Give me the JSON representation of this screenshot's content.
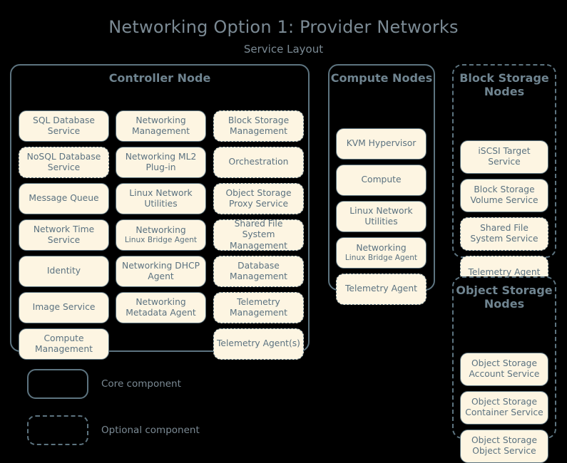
{
  "header": {
    "title": "Networking Option 1: Provider Networks",
    "subtitle": "Service Layout"
  },
  "colors": {
    "background": "#000000",
    "box_fill": "#fdf5e2",
    "border": "#5d7480",
    "title_text": "#7b8a94",
    "box_text": "#5b7280"
  },
  "groups": [
    {
      "id": "controller-node",
      "title": "Controller Node",
      "border_style": "solid",
      "layout": "grid-3col",
      "columns": [
        [
          {
            "label": "SQL Database Service",
            "style": "solid"
          },
          {
            "label": "NoSQL Database Service",
            "style": "dashed"
          },
          {
            "label": "Message Queue",
            "style": "solid"
          },
          {
            "label": "Network Time Service",
            "style": "solid"
          },
          {
            "label": "Identity",
            "style": "solid"
          },
          {
            "label": "Image Service",
            "style": "solid"
          },
          {
            "label": "Compute Management",
            "style": "solid"
          }
        ],
        [
          {
            "label": "Networking Management",
            "style": "solid"
          },
          {
            "label": "Networking ML2 Plug-in",
            "style": "solid"
          },
          {
            "label": "Linux Network Utilities",
            "style": "solid"
          },
          {
            "label": "Networking",
            "sublabel": "Linux Bridge Agent",
            "style": "solid"
          },
          {
            "label": "Networking DHCP Agent",
            "style": "solid"
          },
          {
            "label": "Networking Metadata Agent",
            "style": "solid"
          }
        ],
        [
          {
            "label": "Block Storage Management",
            "style": "dashed"
          },
          {
            "label": "Orchestration",
            "style": "dashed"
          },
          {
            "label": "Object Storage Proxy Service",
            "style": "dashed"
          },
          {
            "label": "Shared File System Management",
            "style": "dashed"
          },
          {
            "label": "Database Management",
            "style": "dashed"
          },
          {
            "label": "Telemetry Management",
            "style": "dashed"
          },
          {
            "label": "Telemetry Agent(s)",
            "style": "dashed"
          }
        ]
      ]
    },
    {
      "id": "compute-nodes",
      "title": "Compute Nodes",
      "border_style": "solid",
      "layout": "single-col",
      "items": [
        {
          "label": "KVM Hypervisor",
          "style": "solid"
        },
        {
          "label": "Compute",
          "style": "solid"
        },
        {
          "label": "Linux Network Utilities",
          "style": "solid"
        },
        {
          "label": "Networking",
          "sublabel": "Linux Bridge Agent",
          "style": "solid"
        },
        {
          "label": "Telemetry Agent",
          "style": "dashed"
        }
      ]
    },
    {
      "id": "block-storage-nodes",
      "title": "Block Storage Nodes",
      "border_style": "dashed",
      "layout": "single-col",
      "items": [
        {
          "label": "iSCSI Target Service",
          "style": "solid"
        },
        {
          "label": "Block Storage Volume Service",
          "style": "solid"
        },
        {
          "label": "Shared File System Service",
          "style": "dashed"
        },
        {
          "label": "Telemetry Agent",
          "style": "dashed"
        }
      ]
    },
    {
      "id": "object-storage-nodes",
      "title": "Object Storage Nodes",
      "border_style": "dashed",
      "layout": "single-col",
      "items": [
        {
          "label": "Object Storage Account Service",
          "style": "solid"
        },
        {
          "label": "Object Storage Container Service",
          "style": "solid"
        },
        {
          "label": "Object Storage Object Service",
          "style": "solid"
        }
      ]
    }
  ],
  "legend": [
    {
      "id": "core",
      "style": "solid",
      "label": "Core component"
    },
    {
      "id": "optional",
      "style": "dashed",
      "label": "Optional component"
    }
  ]
}
